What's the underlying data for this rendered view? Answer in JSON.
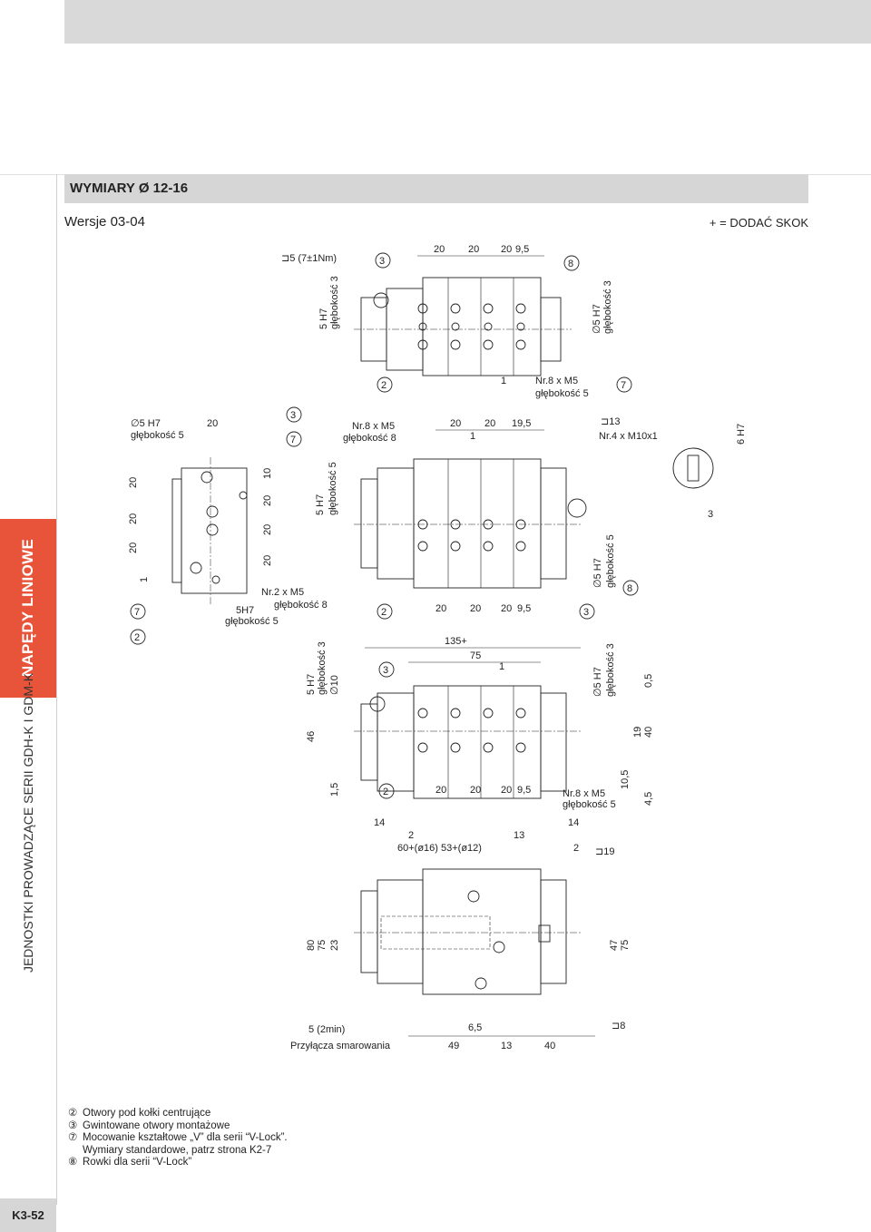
{
  "header": {
    "section_title": "WYMIARY Ø 12-16",
    "version": "Wersje 03-04",
    "legend": "+ = DODAĆ SKOK"
  },
  "sidebar": {
    "category": "NAPĘDY LINIOWE",
    "series": "JEDNOSTKI PROWADZĄCE SERII GDH-K I GDM-K",
    "page": "K3-52"
  },
  "drawing": {
    "top_view": {
      "torque": "⊐5 (7±1Nm)",
      "h7": "5 H7",
      "h7_depth": "głębokość 3",
      "pitch": [
        "20",
        "20",
        "20",
        "9,5"
      ],
      "callouts": [
        "3",
        "8",
        "2",
        "1",
        "7"
      ],
      "holes": "Nr.8 x M5",
      "holes_depth": "głębokość 5",
      "dia": "∅5 H7",
      "dia_depth": "głębokość 3"
    },
    "side_view": {
      "dia": "∅5 H7",
      "dia_depth": "głębokość 5",
      "top_dim": "20",
      "callouts": [
        "3",
        "7",
        "1",
        "7",
        "2"
      ],
      "vert_dims": [
        "20",
        "20",
        "20"
      ],
      "right_dims": [
        "10",
        "20",
        "20",
        "20"
      ],
      "holes": "Nr.2 x M5",
      "holes_depth": "głębokość 8",
      "h7": "5H7",
      "h7_depth": "głębokość 5"
    },
    "middle_view": {
      "h7_vert": "5 H7",
      "h7_vert_depth": "głębokość 5",
      "holes": "Nr.8 x M5",
      "holes_depth": "głębokość 8",
      "pitch": [
        "20",
        "20",
        "19,5"
      ],
      "one": "1",
      "wrench": "⊐13",
      "thread": "Nr.4 x M10x1",
      "detail_h7": "6 H7",
      "detail_dim": "3",
      "bottom_pitch": [
        "20",
        "20",
        "20",
        "9,5"
      ],
      "callouts": [
        "2",
        "3",
        "8"
      ],
      "dia_vert": "∅5 H7",
      "dia_vert_depth": "głębokość 5"
    },
    "lower_view": {
      "stroke": "135+",
      "len": "75",
      "one": "1",
      "callouts": [
        "3",
        "2"
      ],
      "h7_vert": "5 H7",
      "h7_vert_depth": "głębokość 3",
      "dia10": "∅10",
      "left_dims": [
        "46",
        "1,5"
      ],
      "dia_vert": "∅5 H7",
      "dia_vert_depth": "głębokość 3",
      "right_dims": [
        "0,5",
        "19",
        "40",
        "10,5",
        "4,5"
      ],
      "pitch": [
        "20",
        "20",
        "20",
        "9,5"
      ],
      "holes": "Nr.8 x M5",
      "holes_depth": "głębokość 5"
    },
    "bottom_view": {
      "top_dims": [
        "14",
        "2",
        "13",
        "14",
        "2"
      ],
      "bore_dims": "60+(ø16) 53+(ø12)",
      "wrench": "⊐19",
      "left_dims": [
        "80",
        "75",
        "23"
      ],
      "right_dims": [
        "47",
        "75"
      ],
      "port": "5 (2min)",
      "port_label": "Przyłącza smarowania",
      "bottom_dims": [
        "6,5",
        "49",
        "13",
        "40"
      ],
      "wrench2": "⊐8"
    }
  },
  "notes": [
    {
      "num": "②",
      "text": "Otwory pod kołki centrujące"
    },
    {
      "num": "③",
      "text": "Gwintowane otwory montażowe"
    },
    {
      "num": "⑦",
      "text": "Mocowanie kształtowe „V” dla serii “V-Lock”."
    },
    {
      "num": "",
      "text": "Wymiary standardowe, patrz strona K2-7"
    },
    {
      "num": "⑧",
      "text": "Rowki dla serii “V-Lock”"
    }
  ]
}
